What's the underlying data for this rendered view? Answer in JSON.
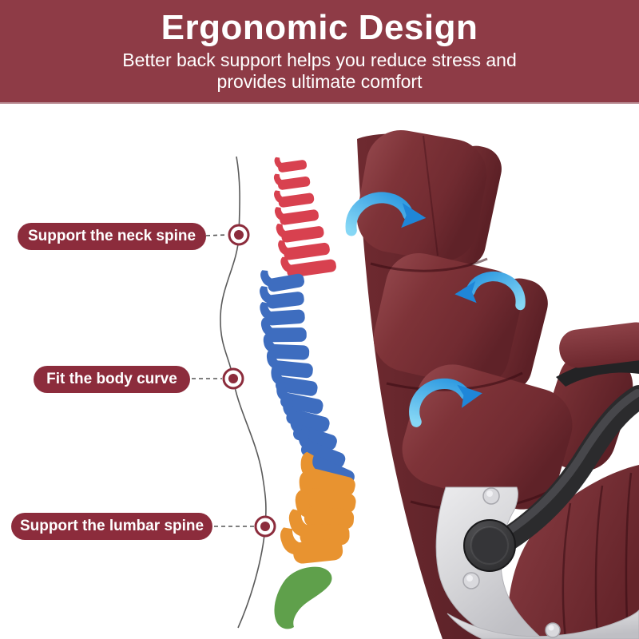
{
  "header": {
    "title": "Ergonomic Design",
    "subtitle_line1": "Better back support helps you reduce stress and",
    "subtitle_line2": "provides ultimate comfort",
    "bg_color": "#8e3b46",
    "text_color": "#ffffff"
  },
  "callouts": [
    {
      "label": "Support the neck spine"
    },
    {
      "label": "Fit the body curve"
    },
    {
      "label": "Support the lumbar spine"
    }
  ],
  "callout_style": {
    "pill_color": "#8c2c3c",
    "text_color": "#ffffff",
    "marker_color": "#8c2c3c",
    "connector_color": "#555555"
  },
  "spine": {
    "sections": [
      {
        "name": "cervical",
        "color": "#d8414f",
        "count": 7
      },
      {
        "name": "thoracic",
        "color": "#3e6dbf",
        "count": 12
      },
      {
        "name": "lumbar",
        "color": "#e89330",
        "count": 5
      },
      {
        "name": "sacrum",
        "color": "#5fa04b",
        "count": 1
      }
    ]
  },
  "chair": {
    "body_color": "#7c3136",
    "arrow_color": "#2496e0",
    "frame_silver": "#d9d9dc",
    "frame_black": "#2b2b2d"
  }
}
